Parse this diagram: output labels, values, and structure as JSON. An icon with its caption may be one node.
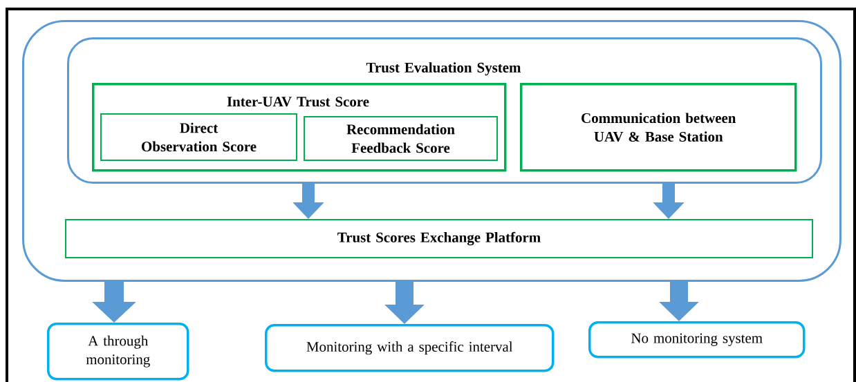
{
  "diagram": {
    "nodes": [
      {
        "text": [],
        "shape": "box"
      },
      {
        "text": [
          "Trust Evaluation System"
        ],
        "in": 0
      },
      {
        "text": [
          "Inter-UAV Trust Score"
        ],
        "in": 1
      },
      {
        "text": [
          "Direct Observation Score"
        ],
        "in": 2
      },
      {
        "text": [
          "Recommendation Feedback Score"
        ],
        "in": 2
      },
      {
        "text": [
          "Communication between UAV & Base Station"
        ],
        "in": 1
      },
      {
        "text": [
          "Trust Scores Exchange Platform"
        ],
        "in": 0
      },
      {
        "text": [
          "A through monitoring"
        ]
      },
      {
        "text": [
          "Monitoring with a specific interval"
        ]
      },
      {
        "text": [
          "No monitoring system"
        ]
      }
    ],
    "edges": [
      {
        "from": 1,
        "to": 6,
        "arrow": "to"
      },
      {
        "from": 1,
        "to": 6,
        "arrow": "to"
      },
      {
        "from": 0,
        "to": 7,
        "arrow": "to"
      },
      {
        "from": 0,
        "to": 8,
        "arrow": "to"
      },
      {
        "from": 0,
        "to": 9,
        "arrow": "to"
      }
    ]
  }
}
